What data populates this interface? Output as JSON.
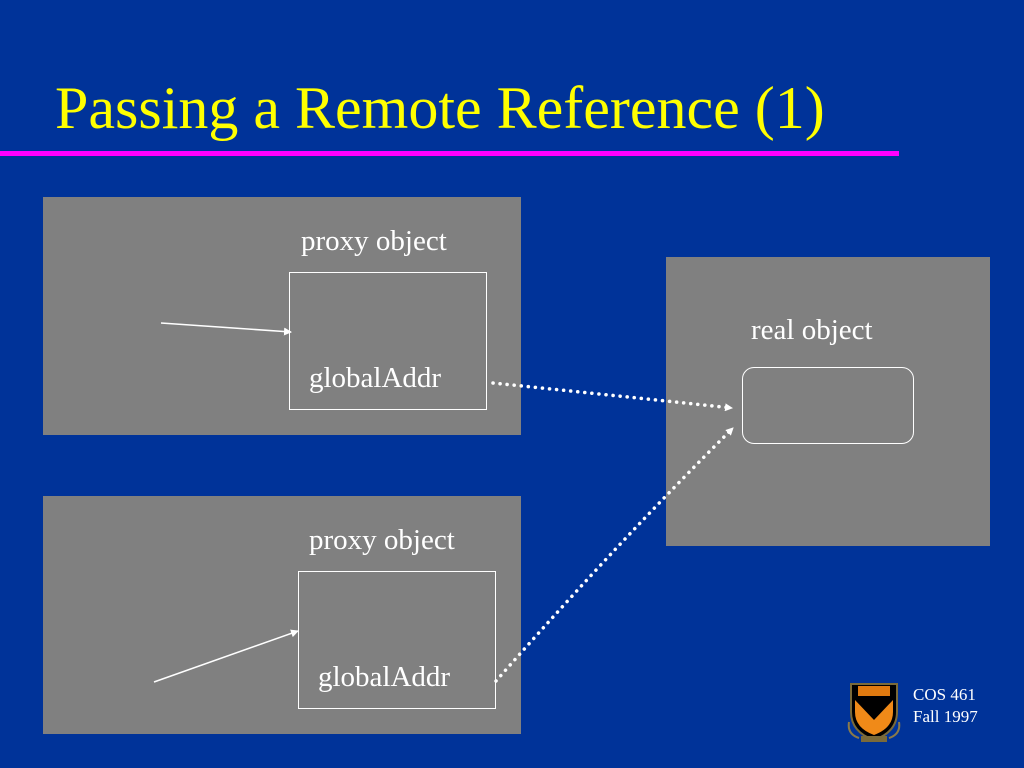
{
  "slide": {
    "title": "Passing a Remote Reference (1)",
    "proxy_top": {
      "label": "proxy object",
      "field": "globalAddr"
    },
    "proxy_bottom": {
      "label": "proxy object",
      "field": "globalAddr"
    },
    "real": {
      "label": "real object"
    },
    "footer": {
      "line1": "COS 461",
      "line2": "Fall 1997"
    }
  },
  "colors": {
    "background": "#003399",
    "title": "#ffff00",
    "rule": "#ff00ff",
    "panel": "#808080",
    "text": "#ffffff"
  },
  "icons": [
    "princeton-shield-icon",
    "arrow-icon",
    "dotted-arrow-icon"
  ]
}
